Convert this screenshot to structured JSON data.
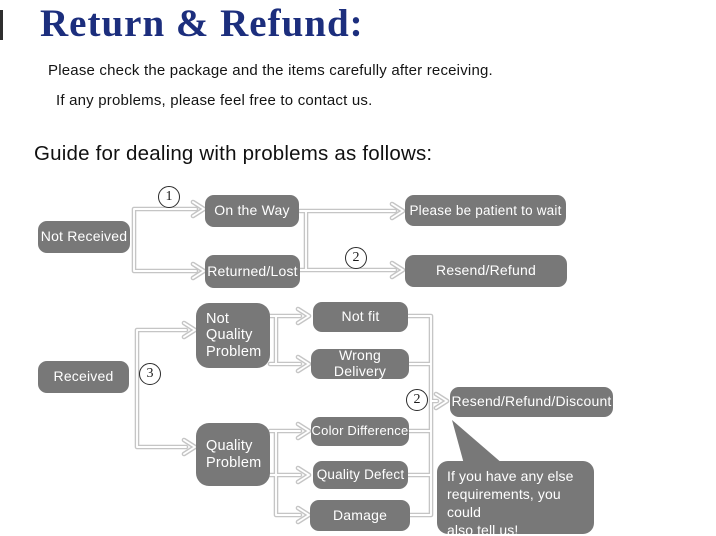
{
  "header": {
    "title": "Return & Refund:",
    "subtitle_line1": "Please check the package and the items carefully after receiving.",
    "subtitle_line2": "If any problems, please feel free to contact us.",
    "guide_heading": "Guide for dealing with problems as follows:"
  },
  "colors": {
    "title": "#1c2e7d",
    "node_fill": "#787878",
    "connector_line": "#c5c5c5",
    "node_text": "#ffffff",
    "marker_border": "#2b2b2b"
  },
  "flowchart": {
    "nodes": {
      "not_received": "Not Received",
      "on_the_way": "On the Way",
      "returned_lost": "Returned/Lost",
      "please_be_patient": "Please be patient to wait",
      "resend_refund": "Resend/Refund",
      "received": "Received",
      "not_quality_problem": "Not\nQuality\nProblem",
      "not_fit": "Not fit",
      "wrong_delivery": "Wrong Delivery",
      "quality_problem": "Quality\nProblem",
      "color_difference": "Color Difference",
      "quality_defect": "Quality Defect",
      "damage": "Damage",
      "resend_refund_discount": "Resend/Refund/Discount"
    },
    "step_markers": {
      "step_1": "1",
      "step_2_top": "2",
      "step_3": "3",
      "step_2_bottom": "2"
    },
    "note_bubble": "If you have any else\nrequirements, you could\nalso tell us!"
  }
}
